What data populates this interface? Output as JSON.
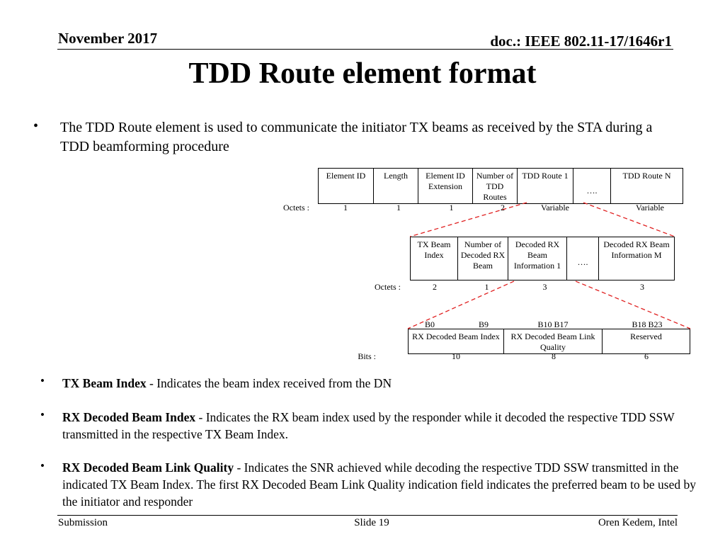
{
  "header": {
    "date": "November 2017",
    "doc_id": "doc.: IEEE 802.11-17/1646r1"
  },
  "title": "TDD Route element format",
  "intro_text": "The TDD Route element is used to communicate the initiator TX beams as received by the STA during a TDD beamforming procedure",
  "table1": {
    "headers": [
      "Element ID",
      "Length",
      "Element ID Extension",
      "Number of TDD Routes",
      "TDD Route 1",
      "….",
      "TDD Route N"
    ],
    "row_label": "Octets :",
    "values": [
      "1",
      "1",
      "1",
      "2",
      "Variable",
      "",
      "Variable"
    ]
  },
  "table2": {
    "headers": [
      "TX Beam Index",
      "Number of Decoded RX Beam",
      "Decoded RX Beam Information 1",
      "….",
      "Decoded RX Beam Information M"
    ],
    "row_label": "Octets :",
    "values": [
      "2",
      "1",
      "3",
      "",
      "3"
    ]
  },
  "table3": {
    "bit_positions": [
      "B0",
      "B9",
      "B10 B17",
      "B18 B23"
    ],
    "headers": [
      "RX Decoded Beam Index",
      "RX Decoded Beam Link Quality",
      "Reserved"
    ],
    "row_label": "Bits :",
    "values": [
      "10",
      "8",
      "6"
    ]
  },
  "definitions": [
    {
      "term": "TX Beam Index",
      "text": " - Indicates the beam index received from the DN"
    },
    {
      "term": "RX Decoded Beam Index",
      "text": " - Indicates the RX beam index used by the responder  while it decoded the respective TDD SSW transmitted in the respective TX Beam Index."
    },
    {
      "term": "RX Decoded Beam Link Quality",
      "text": " - Indicates the SNR achieved while decoding the respective TDD SSW transmitted in the indicated TX Beam Index. The first RX Decoded Beam Link Quality indication field indicates the preferred beam to be used by the initiator and responder"
    }
  ],
  "footer": {
    "left": "Submission",
    "center": "Slide 19",
    "right": "Oren Kedem, Intel"
  },
  "colors": {
    "text": "#000000",
    "connector": "#e02020",
    "background": "#ffffff"
  }
}
